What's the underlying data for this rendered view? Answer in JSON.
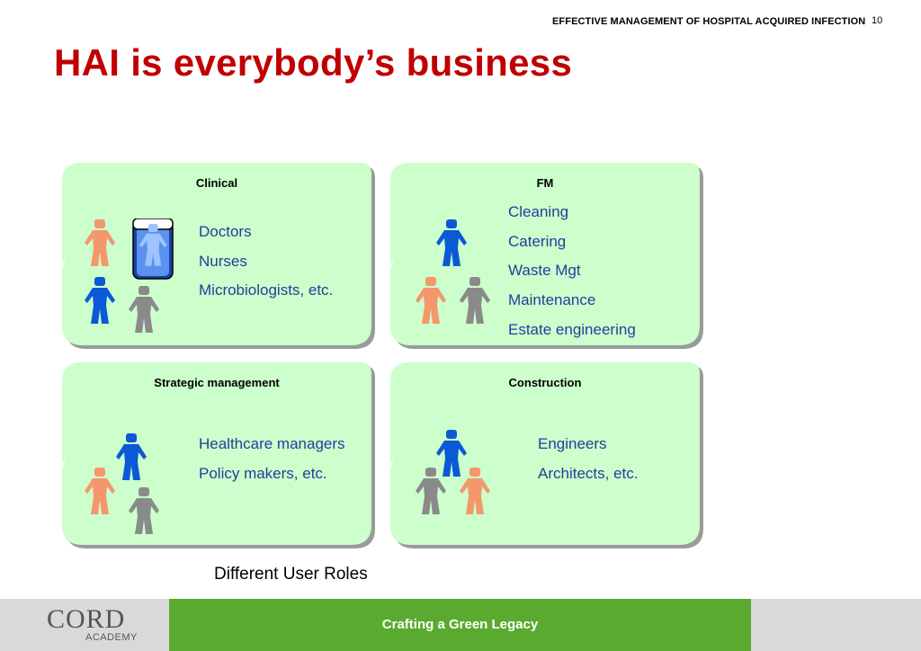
{
  "header": {
    "title": "EFFECTIVE MANAGEMENT OF HOSPITAL ACQUIRED INFECTION",
    "page_number": "10"
  },
  "slide_title": "HAI is everybody’s business",
  "cards": [
    {
      "heading": "Clinical",
      "roles": [
        "Doctors",
        "Nurses",
        "Microbiologists, etc."
      ]
    },
    {
      "heading": "FM",
      "roles": [
        "Cleaning",
        "Catering",
        "Waste Mgt",
        "Maintenance",
        "Estate engineering"
      ]
    },
    {
      "heading": "Strategic management",
      "roles": [
        "Healthcare managers",
        "Policy makers, etc."
      ]
    },
    {
      "heading": "Construction",
      "roles": [
        "Engineers",
        "Architects, etc."
      ]
    }
  ],
  "caption": "Different User Roles",
  "footer": {
    "logo_main": "CORD",
    "logo_sub": "ACADEMY",
    "tagline": "Crafting a Green Legacy"
  },
  "colors": {
    "title": "#c00000",
    "card_fill": "#ccffcc",
    "role_text": "#2b3a9b",
    "person_orange": "#f4976c",
    "person_blue": "#0b59d6",
    "person_gray": "#8a8a8a",
    "footer_green": "#5aaa30",
    "footer_gray": "#d9d9d9"
  },
  "icons": [
    "person-icon",
    "patient-bed-icon"
  ]
}
